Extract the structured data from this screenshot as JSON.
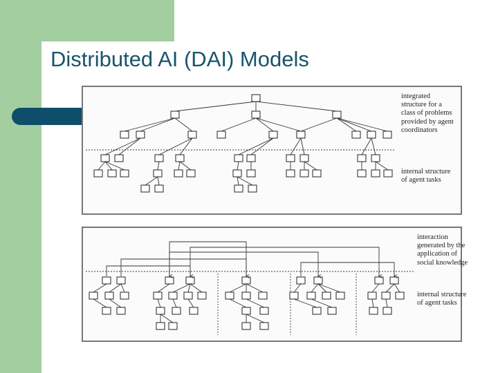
{
  "slide": {
    "title": "Distributed AI (DAI) Models"
  },
  "figure": {
    "top_panel": {
      "caption_integrated": "integrated structure for a class of problems provided by agent coordinators",
      "caption_internal": "internal structure of agent tasks"
    },
    "bottom_panel": {
      "caption_interaction": "interaction generated by the application of social knowledge",
      "caption_internal": "internal structure of agent tasks"
    }
  },
  "colors": {
    "accent_green": "#a3cfa0",
    "accent_navy": "#0e4e6b",
    "title_color": "#18546c"
  }
}
